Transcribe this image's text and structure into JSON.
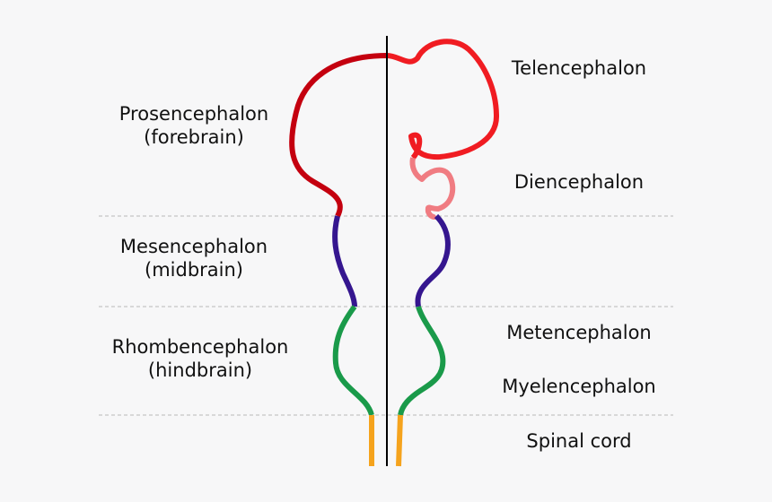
{
  "left_labels": {
    "prosencephalon": {
      "name": "Prosencephalon",
      "gloss": "(forebrain)"
    },
    "mesencephalon": {
      "name": "Mesencephalon",
      "gloss": "(midbrain)"
    },
    "rhombencephalon": {
      "name": "Rhombencephalon",
      "gloss": "(hindbrain)"
    }
  },
  "right_labels": {
    "telencephalon": "Telencephalon",
    "diencephalon": "Diencephalon",
    "metencephalon": "Metencephalon",
    "myelencephalon": "Myelencephalon",
    "spinal_cord": "Spinal cord"
  },
  "colors": {
    "background": "#f7f7f8",
    "prosencephalon": "#c4000f",
    "telencephalon": "#f01c22",
    "diencephalon": "#f07c82",
    "mesencephalon": "#35168f",
    "rhombencephalon": "#1a9a4a",
    "spinal_cord": "#f5a31d",
    "midline": "#000000",
    "divider": "#b9b9b9"
  }
}
